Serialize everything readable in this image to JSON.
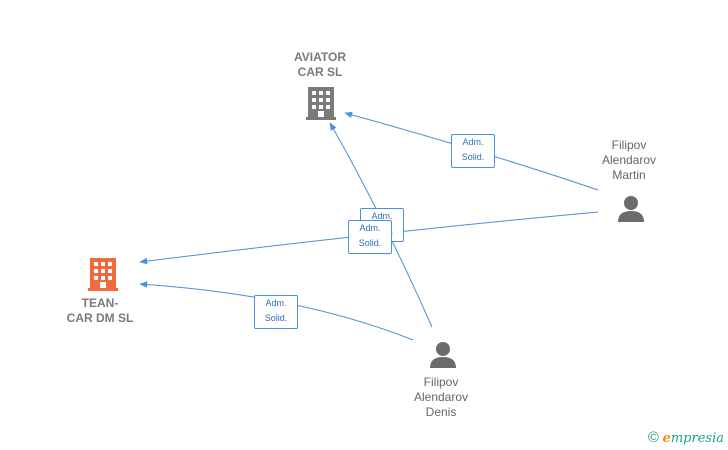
{
  "colors": {
    "edge": "#4a8fdc",
    "company_main": "#f26a3c",
    "company_other": "#7a7a7a",
    "person": "#6b6b6b"
  },
  "nodes": {
    "aviator": {
      "label": "AVIATOR\nCAR  SL",
      "icon": "building-icon"
    },
    "tean": {
      "label": "TEAN-\nCAR DM  SL",
      "icon": "building-icon"
    },
    "martin": {
      "label": "Filipov\nAlendarov\nMartin",
      "icon": "person-icon"
    },
    "denis": {
      "label": "Filipov\nAlendarov\nDenis",
      "icon": "person-icon"
    }
  },
  "edges": [
    {
      "from": "martin",
      "to": "aviator",
      "label": "Adm.\nSolid."
    },
    {
      "from": "denis",
      "to": "aviator",
      "label": "Adm.\nSolid."
    },
    {
      "from": "martin",
      "to": "tean",
      "label": "Adm.\nSolid."
    },
    {
      "from": "denis",
      "to": "tean",
      "label": "Adm.\nSolid."
    }
  ],
  "footer": {
    "copyright": "©",
    "brand_initial": "e",
    "brand_rest": "mpresia"
  }
}
